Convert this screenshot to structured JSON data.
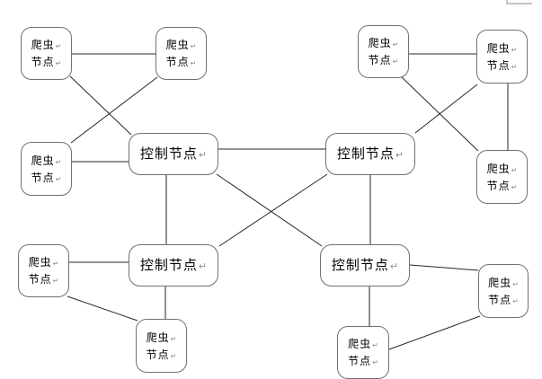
{
  "diagram": {
    "control_node_label": "控制节点",
    "crawler_node_label_line1": "爬虫",
    "crawler_node_label_line2": "节点",
    "paragraph_mark": "↵",
    "colors": {
      "background": "#ffffff",
      "node_fill": "#ffffff",
      "node_border": "#707070",
      "connector_line": "#262626",
      "paragraph_mark": "#8f8f8f",
      "crop_remnant": "#b0b0b0"
    },
    "graph": {
      "control_nodes": [
        "control-1",
        "control-2",
        "control-3",
        "control-4"
      ],
      "crawler_nodes": [
        "crawler-top-left-a",
        "crawler-top-left-b",
        "crawler-mid-left",
        "crawler-top-right-a",
        "crawler-top-right-b",
        "crawler-mid-right",
        "crawler-bottom-left",
        "crawler-bottom-center-left",
        "crawler-bottom-right",
        "crawler-bottom-center-right"
      ],
      "edges": [
        [
          "crawler-top-left-a",
          "crawler-top-left-b"
        ],
        [
          "crawler-top-left-a",
          "control-1"
        ],
        [
          "crawler-top-left-b",
          "crawler-mid-left"
        ],
        [
          "crawler-mid-left",
          "control-1"
        ],
        [
          "control-1",
          "control-2"
        ],
        [
          "control-1",
          "control-3"
        ],
        [
          "control-1",
          "control-4"
        ],
        [
          "control-2",
          "control-3"
        ],
        [
          "control-2",
          "control-4"
        ],
        [
          "crawler-top-right-a",
          "crawler-top-right-b"
        ],
        [
          "crawler-top-right-a",
          "crawler-mid-right"
        ],
        [
          "crawler-top-right-b",
          "control-2"
        ],
        [
          "crawler-top-right-b",
          "crawler-mid-right"
        ],
        [
          "crawler-bottom-left",
          "control-3"
        ],
        [
          "crawler-bottom-left",
          "crawler-bottom-center-left"
        ],
        [
          "control-3",
          "crawler-bottom-center-left"
        ],
        [
          "control-4",
          "crawler-bottom-center-right"
        ],
        [
          "control-4",
          "crawler-bottom-right"
        ],
        [
          "crawler-bottom-right",
          "crawler-bottom-center-right"
        ]
      ]
    }
  }
}
